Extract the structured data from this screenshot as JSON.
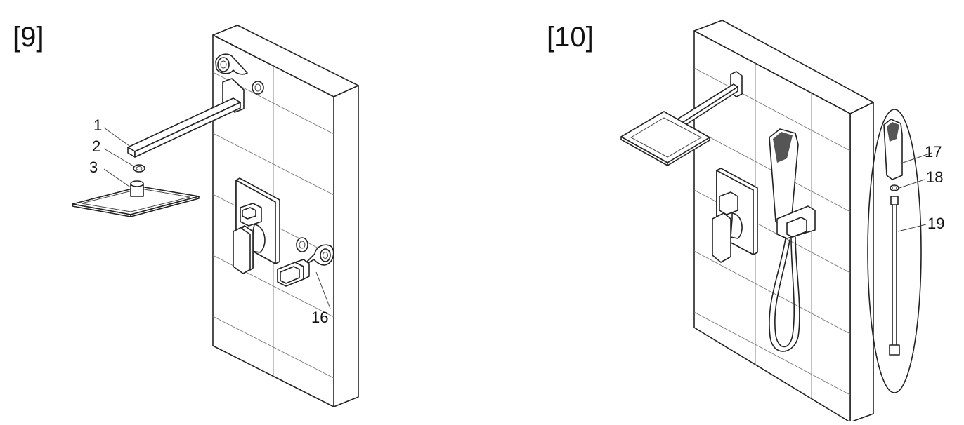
{
  "diagram": {
    "steps": [
      {
        "label": "[9]",
        "callouts": [
          "1",
          "2",
          "3",
          "16"
        ]
      },
      {
        "label": "[10]",
        "callouts": [
          "17",
          "18",
          "19"
        ]
      }
    ]
  }
}
